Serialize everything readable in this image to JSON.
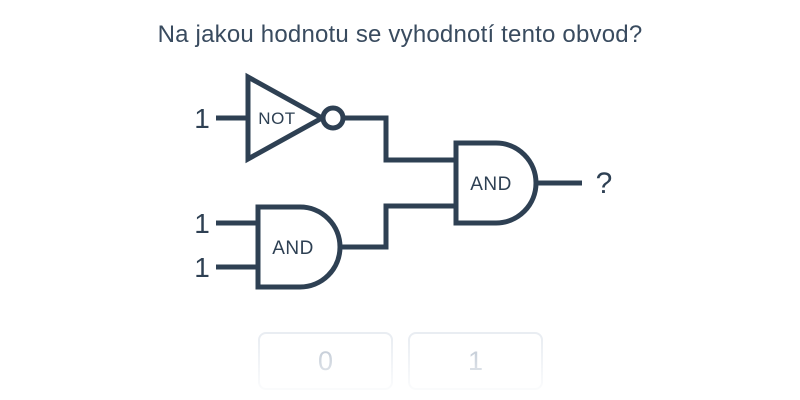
{
  "question": {
    "title": "Na jakou hodnotu se vyhodnotí tento obvod?"
  },
  "circuit": {
    "not_gate": {
      "label": "NOT",
      "input": "1"
    },
    "and_gate_lower": {
      "label": "AND",
      "inputs": [
        "1",
        "1"
      ]
    },
    "and_gate_output": {
      "label": "AND"
    },
    "output_label": "?"
  },
  "answers": [
    {
      "label": "0"
    },
    {
      "label": "1"
    }
  ],
  "colors": {
    "circuit_stroke": "#2e4053",
    "title_text": "#394b5f",
    "answer_text": "#b7c1ce",
    "answer_border": "#e9edf2",
    "background": "#ffffff"
  }
}
